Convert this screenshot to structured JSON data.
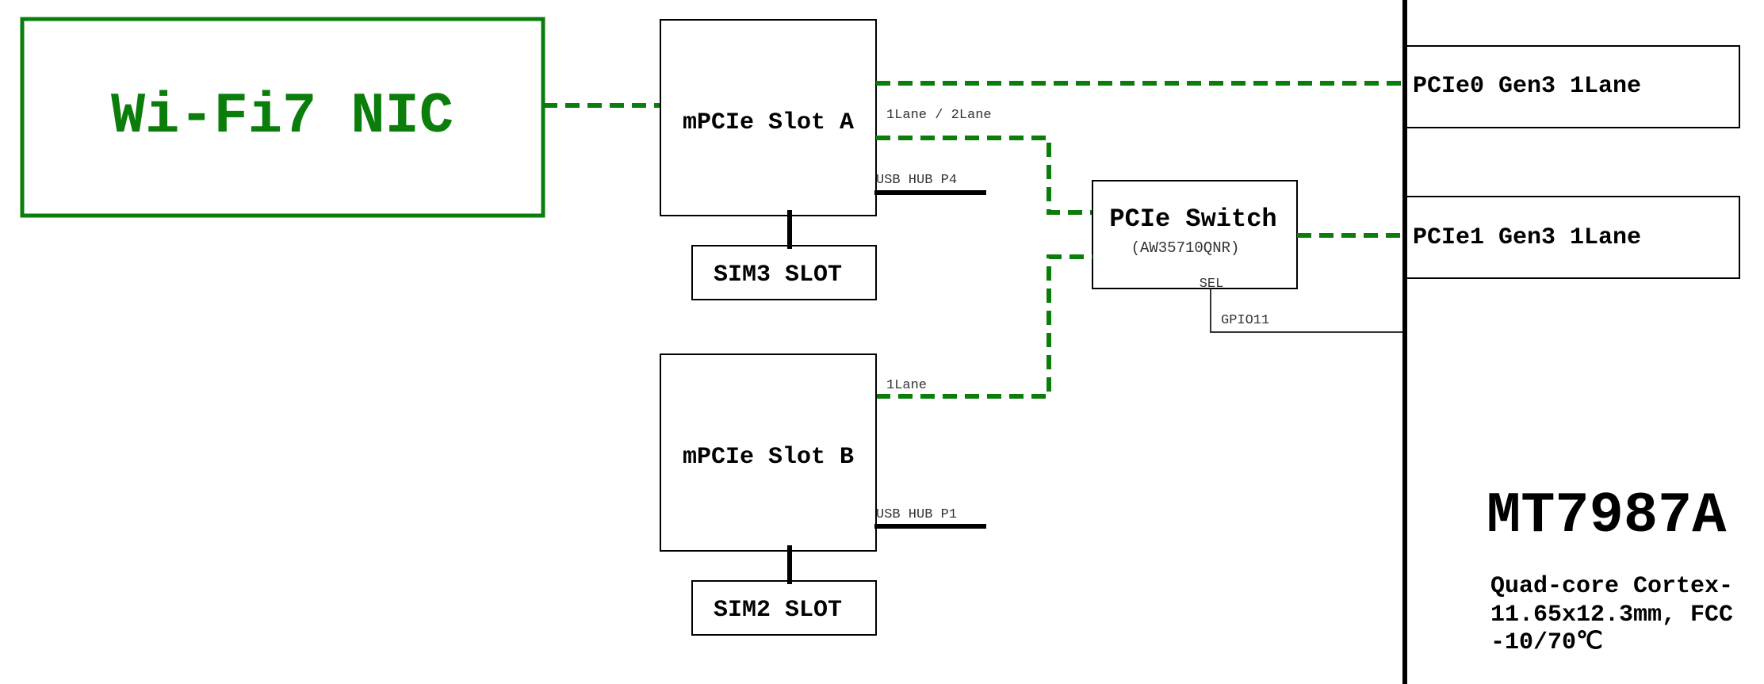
{
  "colors": {
    "accent_green": "#0a7d0a",
    "line_black": "#000000",
    "thin_line": "#333333"
  },
  "nic": {
    "label": "Wi-Fi7 NIC"
  },
  "slot_a": {
    "label": "mPCIe Slot A",
    "lane_label": "1Lane / 2Lane",
    "usb_label": "USB HUB P4"
  },
  "slot_b": {
    "label": "mPCIe Slot B",
    "lane_label": "1Lane",
    "usb_label": "USB HUB P1"
  },
  "sim3": {
    "label": "SIM3 SLOT"
  },
  "sim2": {
    "label": "SIM2 SLOT"
  },
  "pcie_switch": {
    "label": "PCIe Switch",
    "part": "(AW35710QNR)",
    "sel_label": "SEL",
    "gpio_label": "GPIO11"
  },
  "soc_ports": {
    "pcie0": "PCIe0 Gen3 1Lane",
    "pcie1": "PCIe1 Gen3 1Lane"
  },
  "soc": {
    "title": "MT7987A",
    "desc_line1": "Quad-core Cortex-",
    "desc_line2": "11.65x12.3mm, FCC",
    "desc_line3": "-10/70℃"
  }
}
